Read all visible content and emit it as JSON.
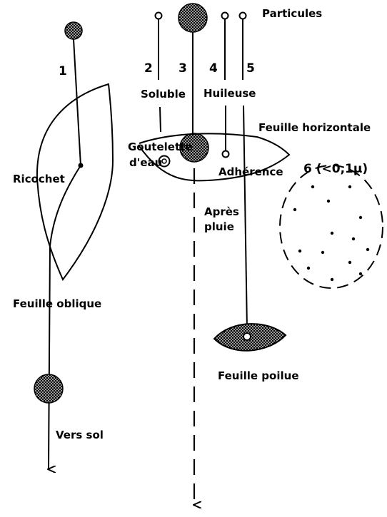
{
  "labels": {
    "particules": "Particules",
    "n1": "1",
    "n2": "2",
    "n3": "3",
    "n4": "4",
    "n5": "5",
    "soluble": "Soluble",
    "huileuse": "Huileuse",
    "feuille_horizontale": "Feuille horizontale",
    "goutelette": "Goutelette",
    "d_eau": "d'eau",
    "adherence": "Adhérence",
    "n6": "6 (<0,1µ)",
    "ricochet": "Ricochet",
    "apres": "Après",
    "pluie": "pluie",
    "feuille_oblique": "Feuille oblique",
    "feuille_poilue": "Feuille poilue",
    "vers_sol": "Vers sol"
  },
  "colors": {
    "ink": "#000000",
    "background": "#ffffff"
  }
}
